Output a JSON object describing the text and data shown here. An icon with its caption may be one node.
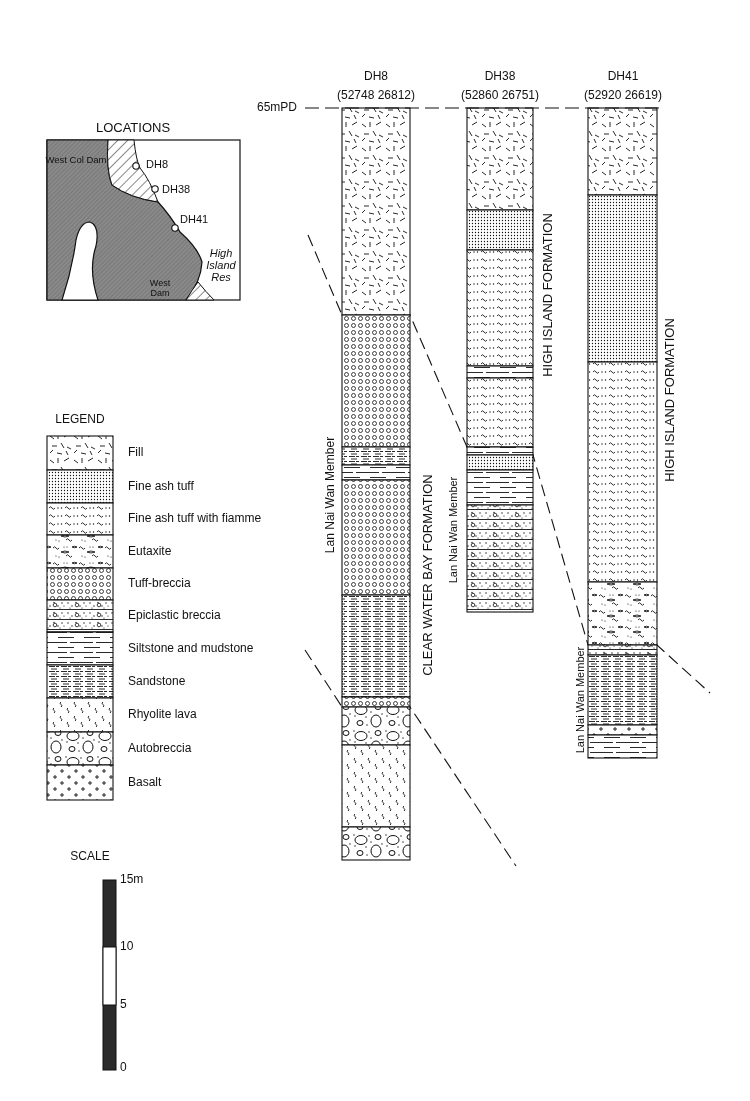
{
  "diagram": {
    "labels": [
      "LOCATIONS",
      "West Col Dam",
      "DH8",
      "DH38",
      "DH41",
      "High Island Res",
      "West Dam",
      "DH8",
      "(52748 26812)",
      "DH38",
      "(52860 26751)",
      "DH41",
      "(52920 26619)",
      "65mPD",
      "Lan Nai Wan Member",
      "CLEAR WATER BAY FORMATION",
      "HIGH ISLAND FORMATION",
      "Lan Nai Wan Member",
      "HIGH ISLAND FORMATION",
      "Lan Nai Wan Member",
      "LEGEND",
      "SCALE",
      "15m",
      "10",
      "5",
      "0"
    ],
    "legend": [
      {
        "text": "Fill"
      },
      {
        "text": "Fine ash tuff"
      },
      {
        "text": "Fine ash tuff with fiamme"
      },
      {
        "text": "Eutaxite"
      },
      {
        "text": "Tuff-breccia"
      },
      {
        "text": "Epiclastic breccia"
      },
      {
        "text": "Siltstone and mudstone"
      },
      {
        "text": "Sandstone"
      },
      {
        "text": "Rhyolite lava"
      },
      {
        "text": "Autobreccia"
      },
      {
        "text": "Basalt"
      }
    ]
  }
}
